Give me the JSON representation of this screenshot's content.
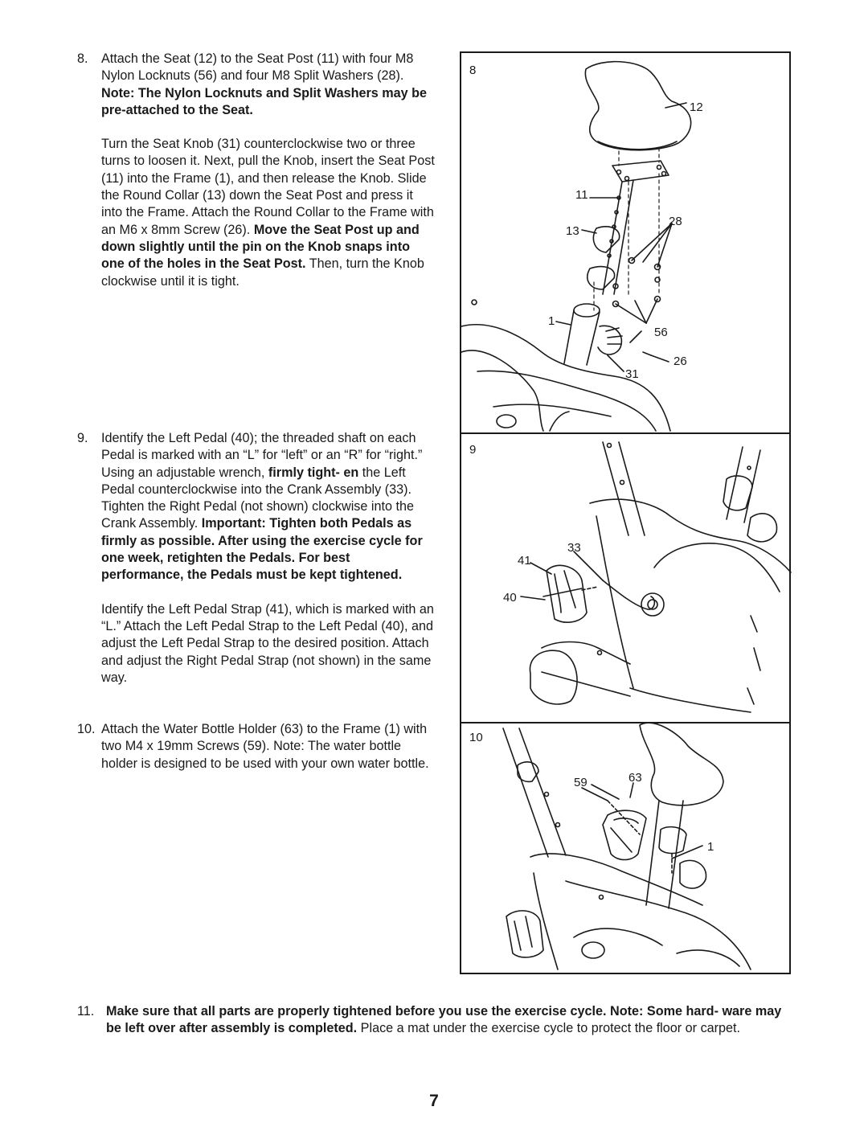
{
  "steps": {
    "s8": {
      "number": "8.",
      "p1_a": "Attach the Seat (12) to the Seat Post (11) with four M8 Nylon Locknuts (56) and four M8 Split Washers (28). ",
      "p1_bold": "Note: The Nylon Locknuts and Split Washers may be pre-attached to the Seat.",
      "p2_a": "Turn the Seat Knob (31) counterclockwise two or three turns to loosen it. Next, pull the Knob, insert the Seat Post (11) into the Frame (1), and then release the Knob. Slide the Round Collar (13) down the Seat Post and press it into the Frame. Attach the Round Collar to the Frame with an M6 x 8mm Screw (26). ",
      "p2_bold": "Move the Seat Post up and down slightly until the pin on the Knob snaps into one of the holes in the Seat Post.",
      "p2_b": " Then, turn the Knob clockwise until it is tight."
    },
    "s9": {
      "number": "9.",
      "p1_a": "Identify the Left Pedal (40); the threaded shaft on each Pedal is marked with an “L” for “left” or an “R” for “right.” Using an adjustable wrench, ",
      "p1_bold1": "firmly tight- en",
      "p1_b": " the Left Pedal counterclockwise into the Crank Assembly (33). Tighten the Right Pedal (not shown) clockwise into the Crank Assembly. ",
      "p1_bold2": "Important: Tighten both Pedals as firmly as possible. After using the exercise cycle for one week, retighten the Pedals. For best performance, the Pedals must be kept tightened.",
      "p2": "Identify the Left Pedal Strap (41), which is marked with an “L.” Attach the Left Pedal Strap to the Left Pedal (40), and adjust the Left Pedal Strap to the desired position. Attach and adjust the Right Pedal Strap (not shown) in the same way."
    },
    "s10": {
      "number": "10.",
      "p1": "Attach the Water Bottle Holder (63) to the Frame (1) with two M4 x 19mm Screws (59). Note: The water bottle holder is designed to be used with your own water bottle."
    },
    "s11": {
      "number": "11.",
      "p1_bold": "Make sure that all parts are properly tightened before you use the exercise cycle. Note: Some hard- ware may be left over after assembly is completed.",
      "p1_b": " Place a mat under the exercise cycle to protect the floor or carpet."
    }
  },
  "figures": {
    "fig8": {
      "step": "8",
      "labels": {
        "seat": "12",
        "post": "11",
        "washers": "28",
        "collar": "13",
        "frame": "1",
        "locknuts": "56",
        "screw": "26",
        "knob": "31"
      }
    },
    "fig9": {
      "step": "9",
      "labels": {
        "crank": "33",
        "strap": "41",
        "pedal": "40"
      }
    },
    "fig10": {
      "step": "10",
      "labels": {
        "holder": "63",
        "screws": "59",
        "frame": "1"
      }
    }
  },
  "page_number": "7"
}
